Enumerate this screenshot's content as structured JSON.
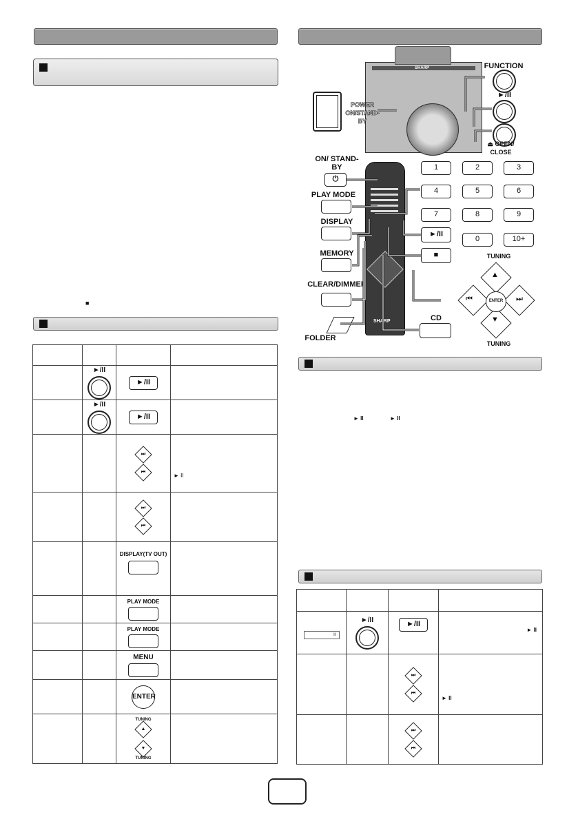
{
  "left": {
    "stop_symbol": "■",
    "table_a_rows": [
      {
        "unit_label": "►/II",
        "remote_label": "►/II"
      },
      {
        "unit_label": "►/II",
        "remote_label": "►/II"
      },
      {
        "remote_label": "⏭⏮",
        "desc_symbol": "► II"
      },
      {
        "remote_label": "⏭⏮"
      },
      {
        "remote_label": "DISPLAY(TV OUT)"
      },
      {
        "remote_label": "PLAY MODE"
      },
      {
        "remote_label": "PLAY MODE"
      },
      {
        "remote_label": "MENU"
      },
      {
        "remote_label": "ENTER"
      },
      {
        "remote_label_top": "TUNING",
        "remote_label_bottom": "TUNING"
      }
    ]
  },
  "right": {
    "unit": {
      "brand": "SHARP",
      "power_label": "POWER ON/STAND-BY",
      "function_label": "FUNCTION",
      "play_pause_label": "►/II",
      "open_close_label": "⏏ OPEN/ CLOSE"
    },
    "remote": {
      "on_standby_label": "ON/ STAND-BY",
      "power_icon": "⏻",
      "play_mode_label": "PLAY MODE",
      "display_label": "DISPLAY",
      "memory_label": "MEMORY",
      "clear_dimmer_label": "CLEAR/DIMMER",
      "folder_label": "FOLDER",
      "cd_label": "CD",
      "keypad": [
        "1",
        "2",
        "3",
        "4",
        "5",
        "6",
        "7",
        "8",
        "9",
        "0",
        "10+"
      ],
      "play_pause": "►/II",
      "stop": "■",
      "tuning_top": "TUNING",
      "tuning_bottom": "TUNING",
      "enter": "ENTER",
      "prev": "⏮",
      "next": "⏭",
      "up": "▲",
      "down": "▼",
      "remote_brand": "SHARP"
    },
    "text_symbols": {
      "play1": "► II",
      "play2": "► II"
    },
    "table_b_rows": [
      {
        "display": "II",
        "unit_label": "►/II",
        "remote_label": "►/II",
        "desc_symbol": "► II"
      },
      {
        "remote_label": "⏭⏮",
        "desc_symbol": "► II"
      },
      {
        "remote_label": "⏭⏮"
      }
    ]
  }
}
